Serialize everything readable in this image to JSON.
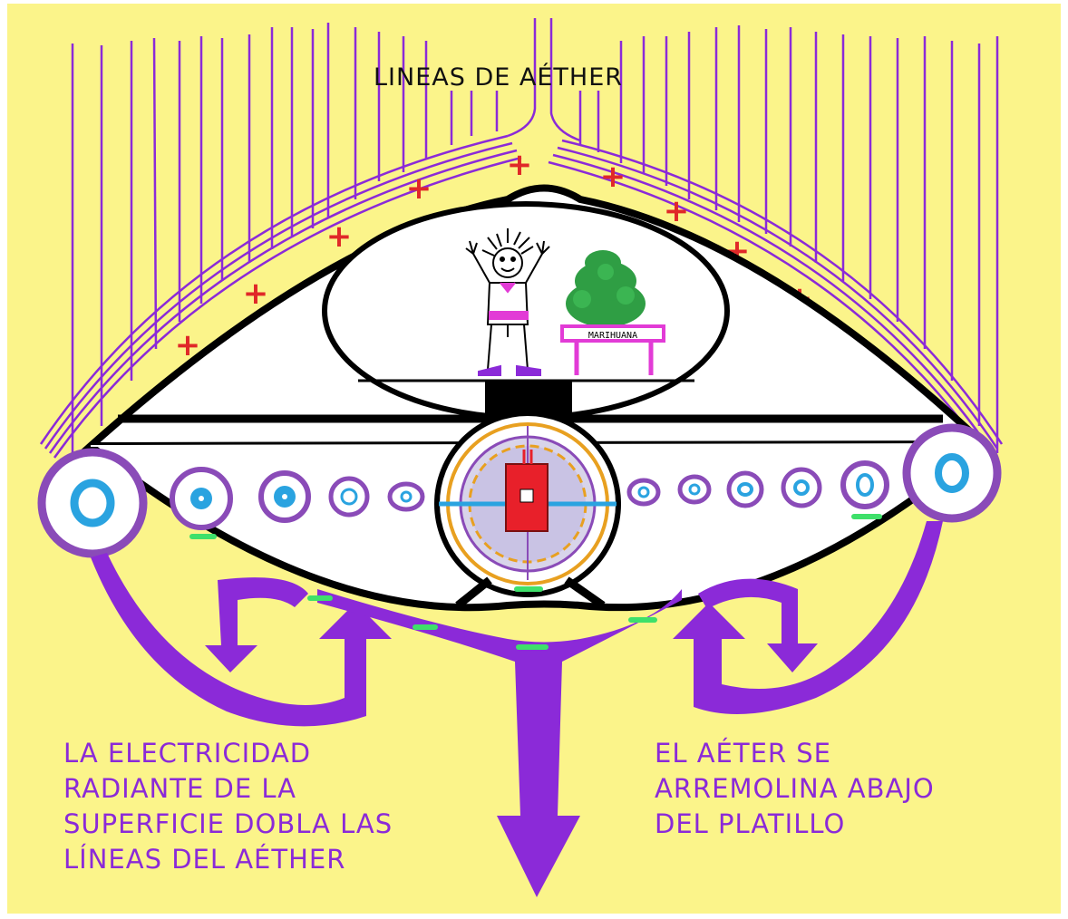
{
  "diagram": {
    "title": "LINEAS DE AÉTHER",
    "left_caption": [
      "LA ELECTRICIDAD",
      "RADIANTE DE LA",
      "SUPERFICIE DOBLA LAS",
      "LÍNEAS DEL AÉTHER"
    ],
    "right_caption": [
      "EL AÉTER SE",
      "ARREMOLINA ABAJO",
      "DEL PLATILLO"
    ],
    "table_sign": "MARIHUANA",
    "charges": {
      "positive": "+",
      "negative": "−"
    }
  },
  "colors": {
    "background": "#fbf48a",
    "aether_lines": "#8b2ad8",
    "positive": "#e02828",
    "negative": "#3ee06a",
    "ring": "#8a4bb8",
    "core": "#2aa3e0",
    "hull": "#000000",
    "plant": "#2f9e44",
    "table": "#e23bd6",
    "reactor": "#e8202a"
  },
  "icons": [
    "stick-figure-icon",
    "plant-icon",
    "table-icon",
    "reactor-icon",
    "arrow-icon"
  ]
}
